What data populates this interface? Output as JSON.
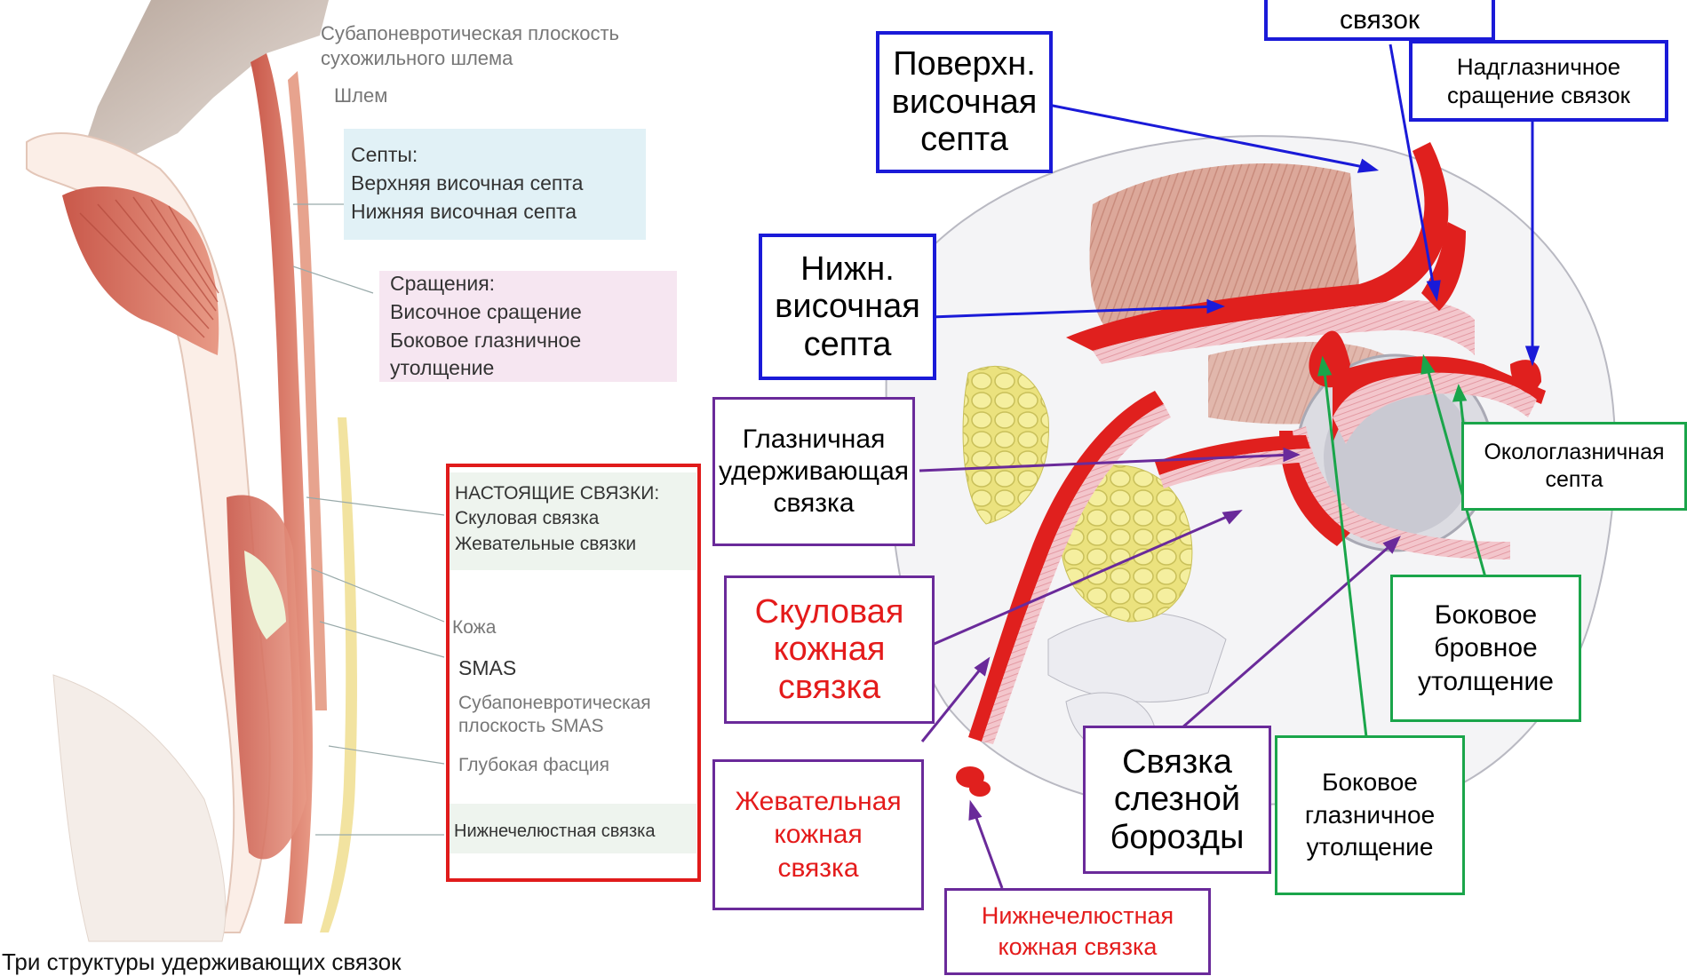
{
  "left_figure": {
    "subaponeurotic_plane": [
      "Субапоневротическая плоскость",
      "сухожильного шлема"
    ],
    "helmet": "Шлем",
    "septa": {
      "heading": "Септы:",
      "items": [
        "Верхняя височная септа",
        "Нижняя височная септа"
      ]
    },
    "adhesions": {
      "heading": "Сращения:",
      "items": [
        "Височное сращение",
        "Боковое глазничное",
        "утолщение"
      ]
    },
    "true_ligaments": {
      "heading": "НАСТОЯЩИЕ СВЯЗКИ:",
      "items": [
        "Скуловая связка",
        "Жевательные связки"
      ]
    },
    "layers": {
      "skin": "Кожа",
      "smas": "SMAS",
      "smas_plane": [
        "Субапоневротическая",
        "плоскость SMAS"
      ],
      "deep_fascia": "Глубокая фасция",
      "mandibular": "Нижнечелюстная связка"
    },
    "caption": "Три структуры удерживающих связок"
  },
  "right_figure": {
    "top_box": "связок",
    "superficial_temporal_septum": [
      "Поверхн.",
      "височная",
      "септа"
    ],
    "supraorbital_adhesion": [
      "Надглазничное",
      "сращение связок"
    ],
    "inferior_temporal_septum": [
      "Нижн.",
      "височная",
      "септа"
    ],
    "orbital_retaining": [
      "Глазничная",
      "удерживающая",
      "связка"
    ],
    "periorbital_septum": [
      "Окологлазничная",
      "септа"
    ],
    "zygomatic_cutaneous": [
      "Скуловая",
      "кожная",
      "связка"
    ],
    "lateral_brow_thickening": [
      "Боковое",
      "бровное",
      "утолщение"
    ],
    "masseteric_cutaneous": [
      "Жевательная",
      "кожная",
      "связка"
    ],
    "tear_trough": [
      "Связка",
      "слезной",
      "борозды"
    ],
    "lateral_orbital_thickening": [
      "Боковое",
      "глазничное",
      "утолщение"
    ],
    "mandibular_cutaneous": [
      "Нижнечелюстная",
      "кожная связка"
    ]
  },
  "colors": {
    "blue_border": "#1a1ad8",
    "purple_border": "#6a2a9a",
    "green_border": "#1aa54a",
    "red_border": "#e01b1b",
    "red_text": "#e41b1b",
    "muscle": "#d46a57",
    "fat": "#ece58a",
    "ligament": "#e0201e"
  }
}
